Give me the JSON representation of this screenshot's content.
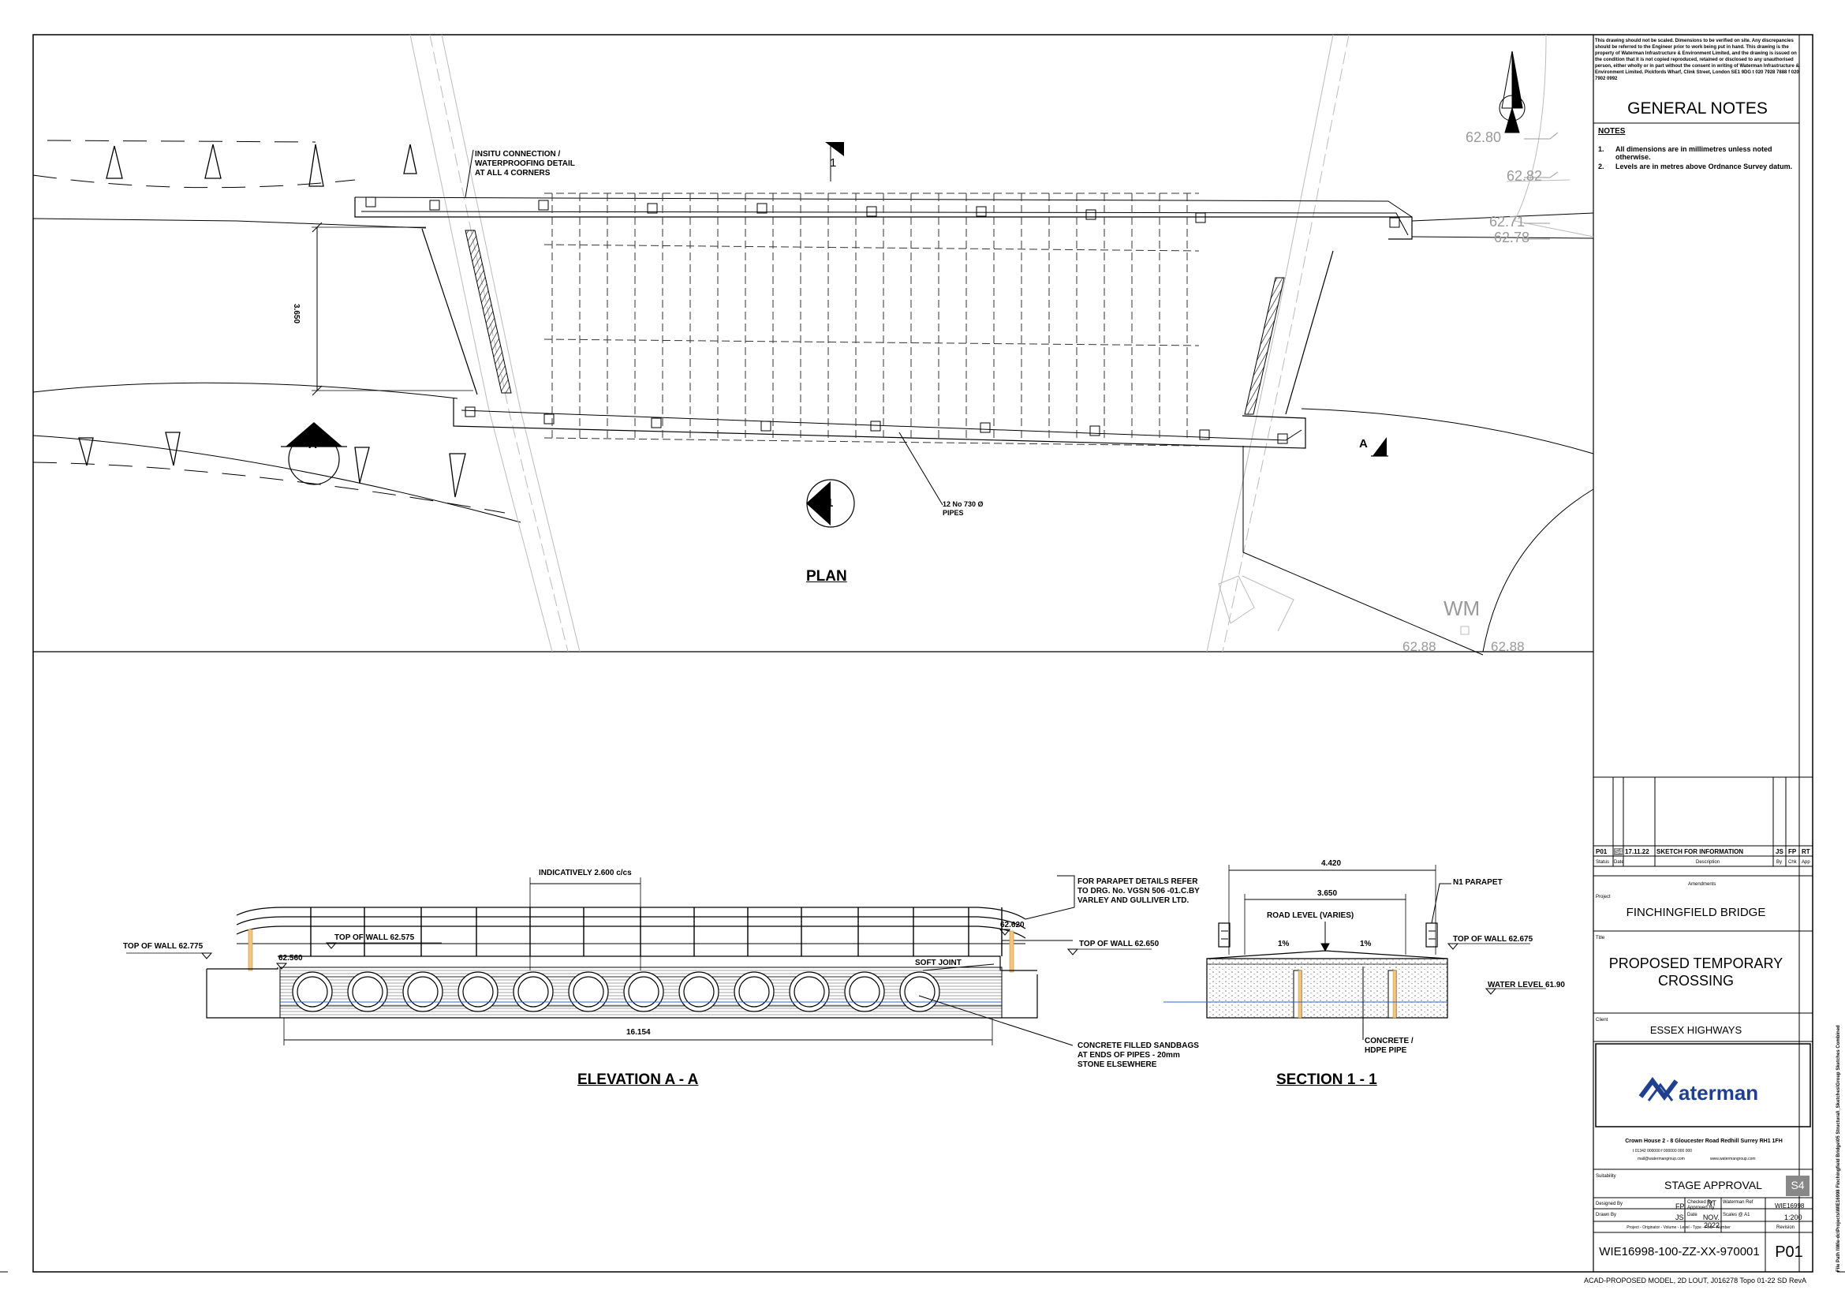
{
  "disclaimer": "This drawing should not be scaled. Dimensions to be verified on site. Any discrepancies should be referred to the Engineer prior to work being put in hand. This drawing is the property of Waterman Infrastructure & Environment Limited, and the drawing is issued on the condition that it is not copied reproduced, retained or disclosed to any unauthorised person, either wholly or in part without the consent in writing of Waterman Infrastructure & Environment Limited. Pickfords Wharf, Clink Street, London SE1 9DG  t 020 7928 7888  f 020 7902 0992",
  "general_notes": {
    "heading": "GENERAL NOTES",
    "subheading": "NOTES",
    "items": [
      {
        "num": "1.",
        "text": "All dimensions are in millimetres unless noted otherwise."
      },
      {
        "num": "2.",
        "text": "Levels are in metres above Ordnance Survey datum."
      }
    ]
  },
  "plan": {
    "title": "PLAN",
    "note_insitu": "INSITU CONNECTION /\nWATERPROOFING DETAIL\nAT ALL 4 CORNERS",
    "note_pipes": "12 No 730 Ø\nPIPES",
    "dim_width": "3.650",
    "section_marker": "1",
    "elevation_marker": "A",
    "levels": [
      "62.80",
      "62.82",
      "62.71",
      "62.78",
      "62.88",
      "62.88"
    ],
    "wm_label": "WM"
  },
  "elevation": {
    "title": "ELEVATION A - A",
    "note_indicatively": "INDICATIVELY 2.600 c/cs",
    "note_parapet": "FOR PARAPET DETAILS REFER\nTO DRG. No. VGSN 506 -01.C.BY\nVARLEY AND GULLIVER  LTD.",
    "top_wall_left": "TOP OF WALL 62.775",
    "top_wall_inner": "TOP OF WALL 62.575",
    "top_wall_right": "TOP OF WALL 62.650",
    "level_620": "62.620",
    "level_560": "62.560",
    "soft_joint": "SOFT JOINT",
    "note_sandbags": "CONCRETE FILLED SANDBAGS\nAT ENDS OF PIPES - 20mm\nSTONE ELSEWHERE",
    "dim_length": "16.154"
  },
  "section": {
    "title": "SECTION 1 - 1",
    "dim_outer": "4.420",
    "dim_inner": "3.650",
    "road_level": "ROAD LEVEL (VARIES)",
    "fall_left": "1%",
    "fall_right": "1%",
    "n1_parapet": "N1 PARAPET",
    "top_wall": "TOP OF WALL 62.675",
    "water_level": "WATER LEVEL 61.90",
    "pipe_note": "CONCRETE /\nHDPE PIPE"
  },
  "revision_table": {
    "row": {
      "rev": "P01",
      "status": "S4",
      "date": "17.11.22",
      "description": "SKETCH FOR INFORMATION",
      "by": "JS",
      "chk": "FP",
      "app": "RT"
    },
    "headers": {
      "status": "Status",
      "date": "Date",
      "description": "Description",
      "by": "By",
      "chk": "Chk",
      "app": "App"
    },
    "caption": "Amendments"
  },
  "title_block": {
    "project_label": "Project",
    "project": "FINCHINGFIELD BRIDGE",
    "title_label": "Title",
    "title": "PROPOSED TEMPORARY\nCROSSING",
    "client_label": "Client",
    "client": "ESSEX HIGHWAYS",
    "logo_text": "aterman",
    "address": "Crown House  2 - 8 Gloucester Road  Redhill  Surrey  RH1 1FH",
    "contact_line": "t 01342 000000  f 000000 000 000",
    "email": "mail@watermangroup.com",
    "web": "www.watermangroup.com",
    "suitability_label": "Suitability",
    "suitability": "STAGE APPROVAL",
    "suitability_code": "S4",
    "designed_by_label": "Designed By",
    "designed_by": "FP",
    "checked_by_label": "Checked By",
    "approved_by_label": "Approved By",
    "approved_by": "RT",
    "waterman_ref_label": "Waterman Ref",
    "waterman_ref": "WIE16998",
    "drawn_by_label": "Drawn By",
    "drawn_by": "JS",
    "date_label": "Date",
    "date": "NOV. 2022",
    "scale_label": "Scales @ A1",
    "scale": "1:200",
    "number_legend": "Project  -  Originator  -  Volume  -  Level  -  Type  -  Role  -  Number",
    "revision_label": "Revision",
    "drawing_number": "WIE16998-100-ZZ-XX-970001",
    "revision": "P01"
  },
  "footer": "ACAD-PROPOSED MODEL, 2D LOUT, J016278 Topo 01-22 SD RevA",
  "file_path": "File Path   \\\\Wie-dc\\Projects\\WIE16998 Finchingfield Bridge\\05 Structural\\_Sketches\\Group Sketches Combined"
}
